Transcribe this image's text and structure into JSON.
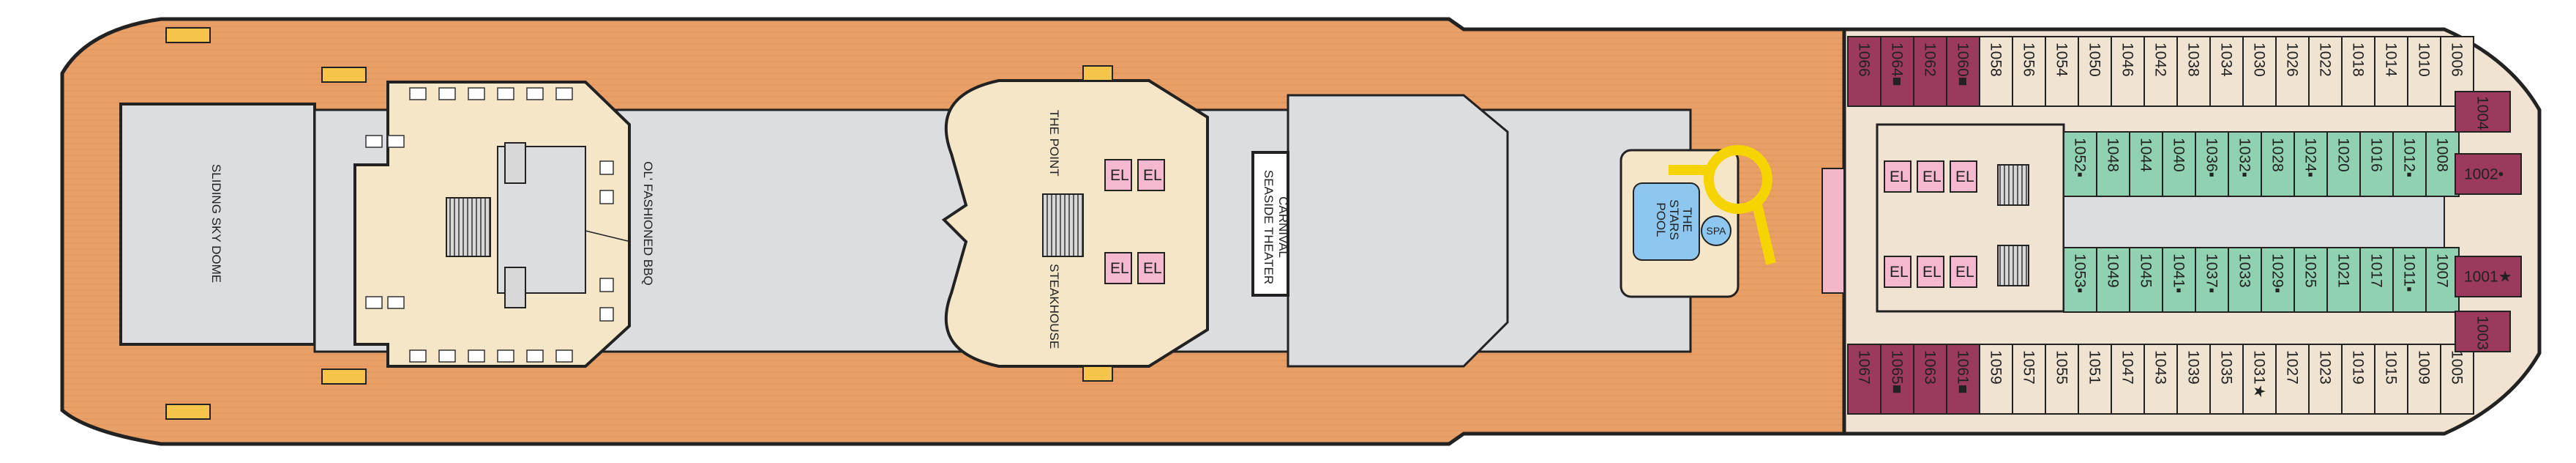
{
  "venues": {
    "sky_dome": "SLIDING SKY DOME",
    "bbq": "OL' FASHIONED BBQ",
    "the_point": "THE POINT",
    "steakhouse": "STEAKHOUSE",
    "theater_1": "CARNIVAL",
    "theater_2": "SEASIDE THEATER",
    "pool_1": "THE",
    "pool_2": "STARS",
    "pool_3": "POOL",
    "spa": "SPA",
    "elevator": "EL"
  },
  "cabins": {
    "top_row": [
      "1066",
      "1064■",
      "1062",
      "1060■",
      "1058",
      "1056",
      "1054",
      "1050",
      "1046",
      "1042",
      "1038",
      "1034",
      "1030",
      "1026",
      "1022",
      "1018",
      "1014",
      "1010",
      "1006"
    ],
    "bottom_row": [
      "1067",
      "1065■",
      "1063",
      "1061■",
      "1059",
      "1057",
      "1055",
      "1051",
      "1047",
      "1043",
      "1039",
      "1035",
      "1031★",
      "1027",
      "1023",
      "1019",
      "1015",
      "1009",
      "1005"
    ],
    "inner_top": [
      "1052▪",
      "1048",
      "1044",
      "1040",
      "1036▪",
      "1032▪",
      "1028",
      "1024▪",
      "1020",
      "1016",
      "1012▪",
      "1008"
    ],
    "inner_bottom": [
      "1053▪",
      "1049",
      "1045",
      "1041▪",
      "1037▪",
      "1033",
      "1029▪",
      "1025",
      "1021",
      "1017",
      "1011▪",
      "1007"
    ],
    "bow": [
      "1004",
      "1002•",
      "1001★",
      "1003"
    ]
  },
  "colors": {
    "deck_wood": "#e8a067",
    "interior": "#dcdde0",
    "venue": "#f5e6c8",
    "elevator": "#f4b8cf",
    "balcony": "#9b3a5c",
    "interior_cabin": "#8fd1b0",
    "oceanview": "#f1e3d2",
    "pool": "#8dc7f0",
    "slide": "#f5d400",
    "railing": "#f2b8c9"
  }
}
